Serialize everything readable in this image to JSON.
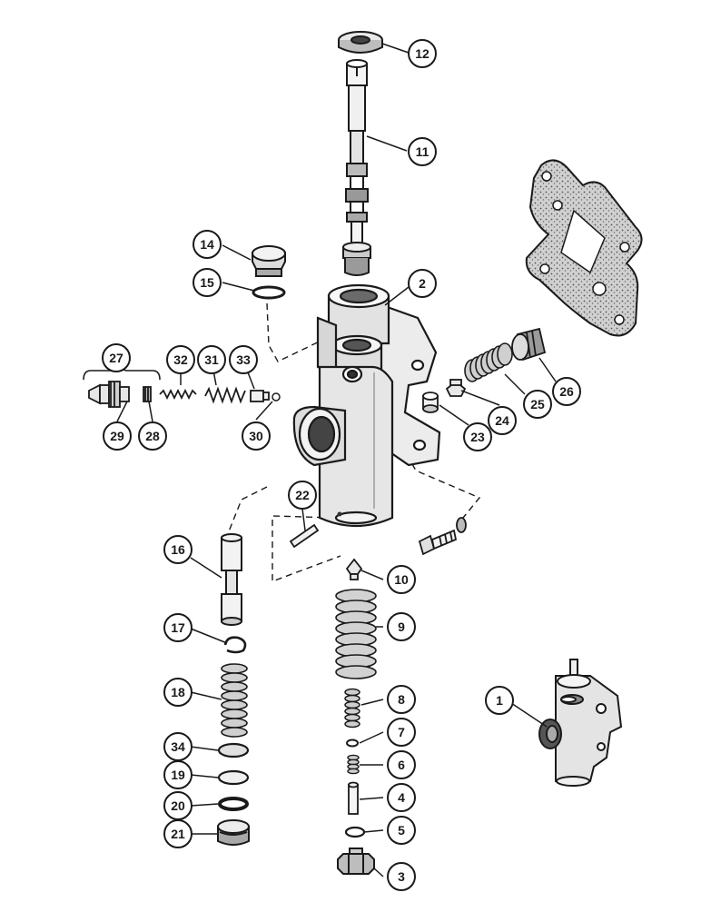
{
  "diagram": {
    "callouts": {
      "c1": "1",
      "c2": "2",
      "c3": "3",
      "c4": "4",
      "c5": "5",
      "c6": "6",
      "c7": "7",
      "c8": "8",
      "c9": "9",
      "c10": "10",
      "c11": "11",
      "c12": "12",
      "c14": "14",
      "c15": "15",
      "c16": "16",
      "c17": "17",
      "c18": "18",
      "c19": "19",
      "c20": "20",
      "c21": "21",
      "c22": "22",
      "c23": "23",
      "c24": "24",
      "c25": "25",
      "c26": "26",
      "c27": "27",
      "c28": "28",
      "c29": "29",
      "c30": "30",
      "c31": "31",
      "c32": "32",
      "c33": "33",
      "c34": "34"
    },
    "colors": {
      "ink": "#1a1a1a",
      "paper": "#ffffff",
      "casting_shade": "#d4d4d4",
      "gasket": "#c8c8c8"
    }
  }
}
